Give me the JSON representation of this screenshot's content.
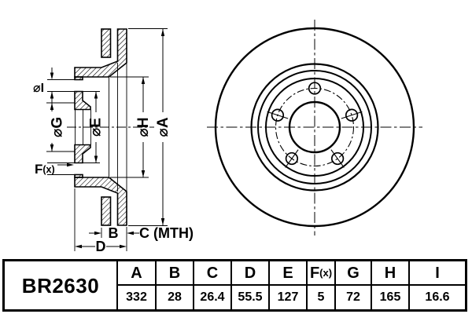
{
  "drawing": {
    "labels": {
      "dia_i": "⌀I",
      "dia_g": "⌀G",
      "dia_e": "⌀E",
      "dia_h": "⌀H",
      "dia_a": "⌀A",
      "f": {
        "main": "F",
        "sub": "(x)"
      },
      "b": "B",
      "c_mth": "C (MTH)",
      "d": "D"
    }
  },
  "table": {
    "part_number": "BR2630",
    "headers": [
      "A",
      "B",
      "C",
      "D",
      "E",
      {
        "main": "F",
        "sub": "(x)"
      },
      "G",
      "H",
      "I"
    ],
    "values": [
      "332",
      "28",
      "26.4",
      "55.5",
      "127",
      "5",
      "72",
      "165",
      "16.6"
    ]
  }
}
